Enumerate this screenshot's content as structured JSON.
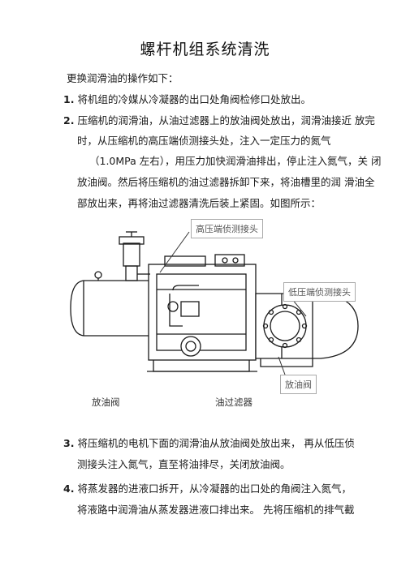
{
  "title": "螺杆机组系统清洗",
  "intro": "更换润滑油的操作如下：",
  "steps": [
    {
      "num": "1.",
      "lines": [
        "将机组的冷媒从冷凝器的出口处角阀检修口处放出。"
      ]
    },
    {
      "num": "2.",
      "lines": [
        "压缩机的润滑油，从油过滤器上的放油阀处放出，润滑油接近  放完",
        "时，从压缩机的高压端侦测接头处，注入一定压力的氮气",
        "（1.0MPa 左右），用压力加快润滑油排出，停止注入氮气，关  闭",
        "放油阀。然后将压缩机的油过滤器拆卸下来，将油槽里的润  滑油全",
        "部放出来，再将油过滤器清洗后装上紧固。如图所示："
      ],
      "pressure": "1.0MPa"
    },
    {
      "num": "3.",
      "lines": [
        "将压缩机的电机下面的润滑油从放油阀处放出来，          再从低压侦",
        "测接头注入氮气，直至将油排尽，关闭放油阀。"
      ]
    },
    {
      "num": "4.",
      "lines": [
        "将蒸发器的进液口拆开，从冷凝器的出口处的角阀注入氮气，",
        "将液路中润滑油从蒸发器进液口排出来。        先将压缩机的排气截"
      ]
    }
  ],
  "diagram": {
    "callout_high": "高压端侦测接头",
    "callout_low": "低压端侦测接头",
    "callout_drain": "放油阀",
    "label_drain_valve": "放油阀",
    "label_oil_filter": "油过滤器"
  }
}
